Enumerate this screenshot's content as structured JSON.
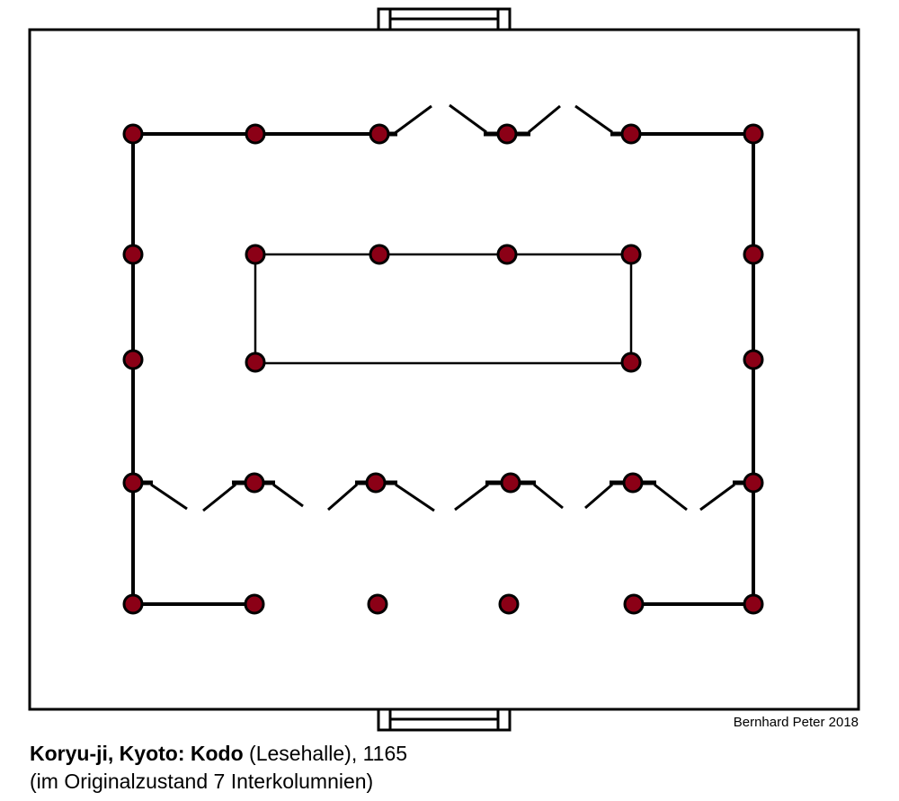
{
  "caption": {
    "title_bold": "Koryu-ji, Kyoto: Kodo",
    "title_rest": " (Lesehalle), 1165",
    "subtitle": "(im Originalzustand 7 Interkolumnien)"
  },
  "credit": "Bernhard Peter 2018",
  "colors": {
    "column_fill": "#8b0016",
    "line": "#000000"
  }
}
